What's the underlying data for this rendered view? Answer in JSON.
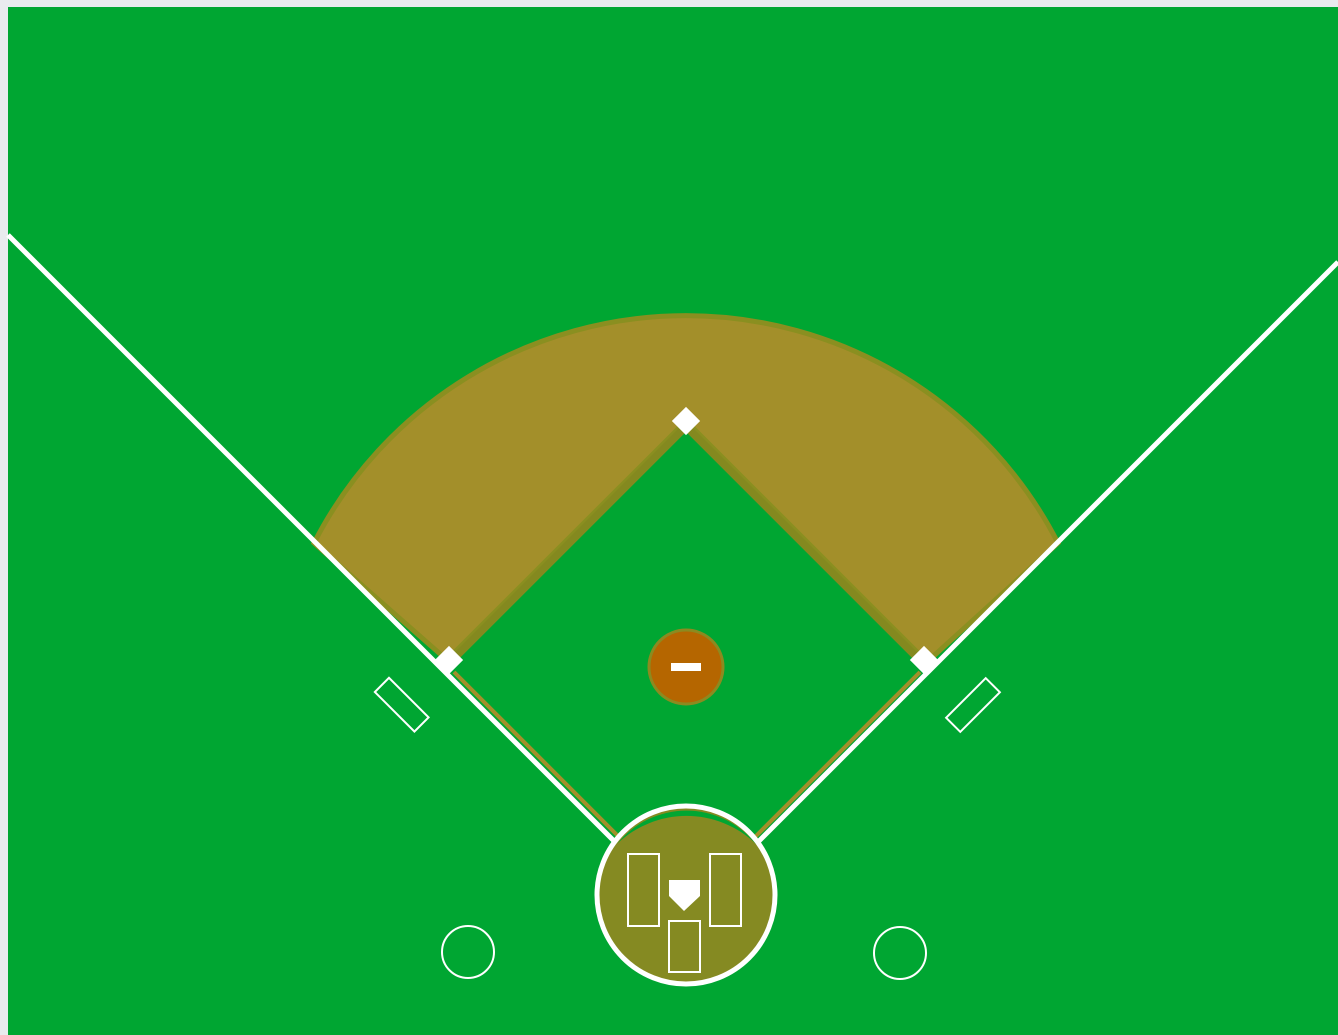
{
  "diagram": {
    "kind": "baseball-field",
    "colors": {
      "page_background": "#e9ebee",
      "grass": "#00a632",
      "infield_dirt": "#a38f2a",
      "dirt_edge": "#8a8f20",
      "basepath_dirt": "#84891f",
      "home_plate_circle": "#858a22",
      "pitchers_mound": "#b56600",
      "pitchers_mound_edge": "#8c8a20",
      "chalk_lines": "#ffffff"
    },
    "elements": {
      "home_plate": "home-plate",
      "first_base": "first-base",
      "second_base": "second-base",
      "third_base": "third-base",
      "pitchers_rubber": "pitchers-rubber",
      "batters_boxes": 2,
      "catchers_box": 1,
      "coaches_boxes": 2,
      "on_deck_circles": 2,
      "foul_lines": 2
    }
  }
}
